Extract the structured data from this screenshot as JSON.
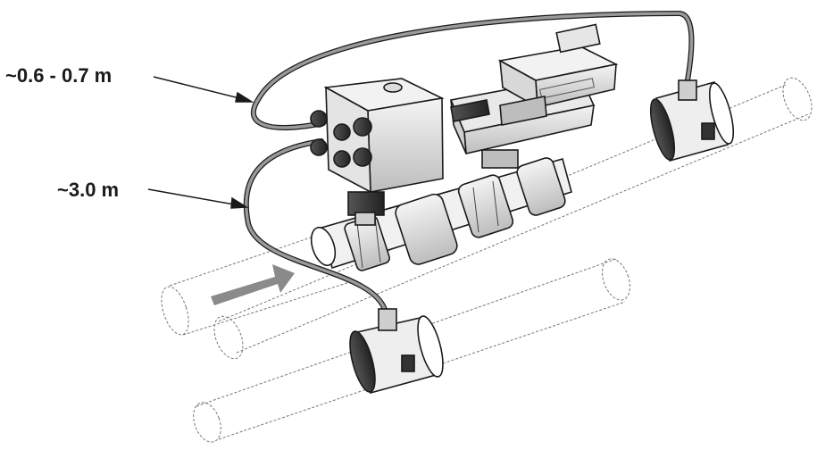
{
  "annotations": {
    "upper_cable_length": "~0.6 - 0.7 m",
    "lower_cable_length": "~3.0 m"
  },
  "flow_direction": "right",
  "colors": {
    "outline": "#1a1a1a",
    "pipe_dash": "#777777",
    "cable": "#8c8c8c",
    "flow_arrow": "#8a8a8a",
    "actuator_body": "#dcdcdc",
    "dark_part": "#3a3a3a"
  }
}
